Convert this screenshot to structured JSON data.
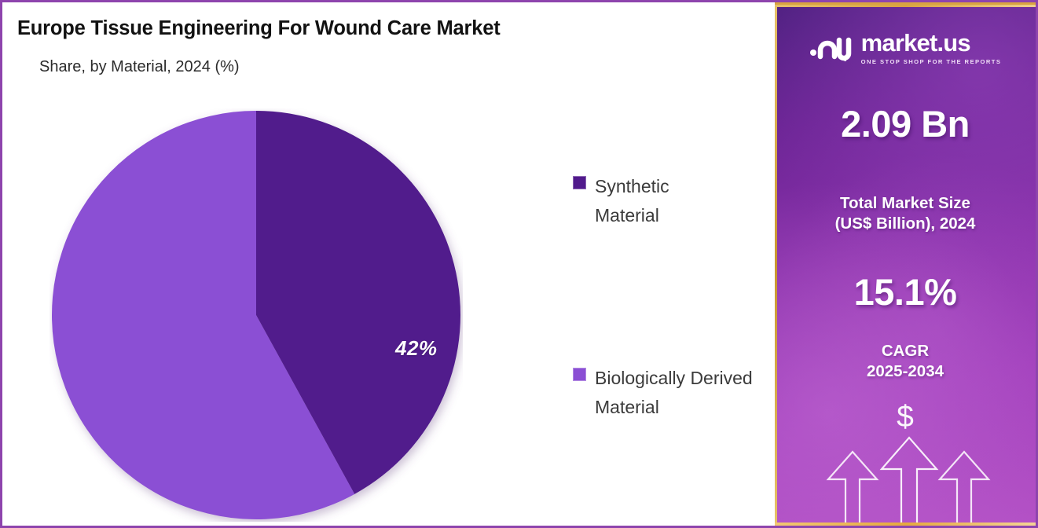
{
  "chart_data": {
    "type": "pie",
    "title": "Europe Tissue Engineering For Wound Care Market",
    "subtitle": "Share, by Material, 2024 (%)",
    "categories": [
      "Synthetic Material",
      "Biologically Derived Material"
    ],
    "values": [
      42,
      58
    ],
    "value_labels": [
      "42%",
      ""
    ],
    "colors": [
      "#511A8C",
      "#8B4FD4"
    ],
    "unit": "%",
    "legend_position": "right",
    "grid": false,
    "start_angle_deg": 0,
    "direction": "clockwise"
  },
  "header": {
    "title": "Europe Tissue Engineering For Wound Care Market",
    "subtitle": "Share, by Material, 2024 (%)"
  },
  "pie": {
    "slices": [
      {
        "label": "Synthetic Material",
        "value": 42,
        "display": "42%",
        "color": "#511A8C"
      },
      {
        "label": "Biologically Derived Material",
        "value": 58,
        "display": "",
        "color": "#8B4FD4"
      }
    ]
  },
  "legend": {
    "items": [
      {
        "label": "Synthetic Material",
        "color": "#511A8C"
      },
      {
        "label": "Biologically Derived Material",
        "color": "#8B4FD4"
      }
    ]
  },
  "sidebar": {
    "logo": {
      "wordmark": "market.us",
      "tagline": "ONE STOP SHOP FOR THE REPORTS",
      "icon": "market-us-logo-icon"
    },
    "market_size": {
      "value": "2.09 Bn",
      "caption": "Total Market Size\n(US$ Billion), 2024",
      "caption_line1": "Total Market Size",
      "caption_line2": "(US$ Billion), 2024"
    },
    "cagr": {
      "value": "15.1%",
      "caption_line1": "CAGR",
      "caption_line2": "2025-2034"
    },
    "graphic": {
      "currency_symbol": "$",
      "arrows": 3
    },
    "accent_border_color": "#d9a441",
    "background_color": "#8a31ab"
  },
  "frame": {
    "border_color": "#8e44ad"
  }
}
